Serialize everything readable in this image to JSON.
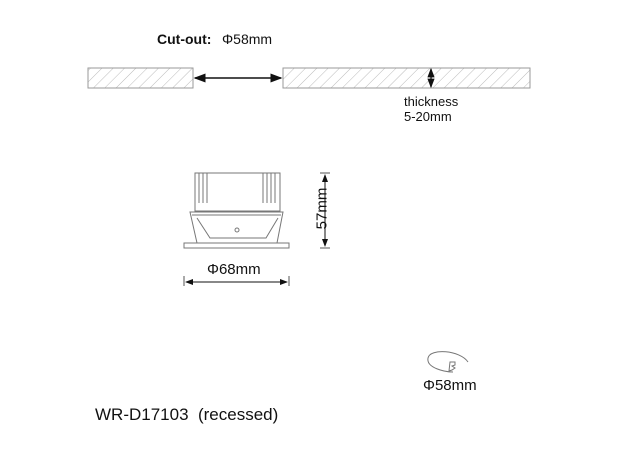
{
  "cutout": {
    "label": "Cut-out:",
    "value": "Φ58mm"
  },
  "thickness": {
    "label": "thickness",
    "value": "5-20mm"
  },
  "height_dim": "57mm",
  "diameter_dim": "Φ68mm",
  "hole_dim": "Φ58mm",
  "model": "WR-D17103  (recessed)"
}
